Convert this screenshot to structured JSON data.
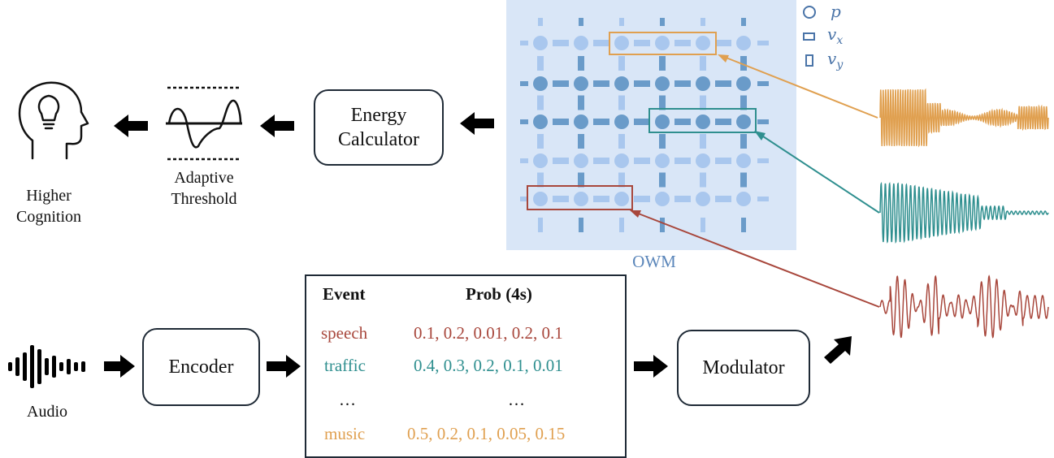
{
  "colors": {
    "speech": "#a8473c",
    "traffic": "#2f8f8f",
    "music": "#e0a050",
    "owm_dark": "#6a9bc9",
    "owm_light": "#a9c7ee",
    "owm_bg": "#d9e6f7",
    "arrow": "#000000"
  },
  "top": {
    "higher_cognition": [
      "Higher",
      "Cognition"
    ],
    "adaptive_threshold": [
      "Adaptive",
      "Threshold"
    ],
    "energy_calculator": [
      "Energy",
      "Calculator"
    ]
  },
  "owm": {
    "label": "OWM",
    "legend": {
      "circle": "p",
      "hrect": "v_x",
      "vrect": "v_y"
    }
  },
  "bottom": {
    "audio": "Audio",
    "encoder": "Encoder",
    "modulator": "Modulator"
  },
  "table": {
    "headers": [
      "Event",
      "Prob (4s)"
    ],
    "rows": [
      {
        "event": "speech",
        "probs": "0.1, 0.2, 0.01, 0.2, 0.1",
        "color_key": "speech"
      },
      {
        "event": "traffic",
        "probs": "0.4, 0.3, 0.2, 0.1, 0.01",
        "color_key": "traffic"
      },
      {
        "event": "…",
        "probs": "…",
        "color_key": "none"
      },
      {
        "event": "music",
        "probs": "0.5, 0.2, 0.1, 0.05, 0.15",
        "color_key": "music"
      }
    ]
  }
}
